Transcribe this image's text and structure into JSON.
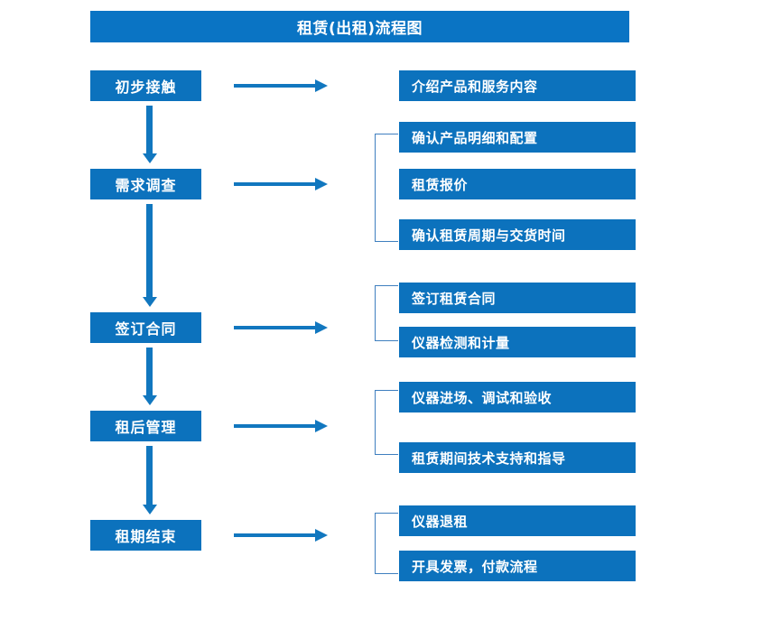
{
  "diagram": {
    "title": "租赁(出租)流程图",
    "colors": {
      "title_bar": "#0a74c4",
      "node_fill": "#0c72bd",
      "node_text": "#ffffff",
      "arrow": "#1177bf",
      "bracket": "#3f7fbf",
      "background": "#ffffff"
    },
    "stages": [
      {
        "id": "stage-1",
        "label": "初步接触"
      },
      {
        "id": "stage-2",
        "label": "需求调查"
      },
      {
        "id": "stage-3",
        "label": "签订合同"
      },
      {
        "id": "stage-4",
        "label": "租后管理"
      },
      {
        "id": "stage-5",
        "label": "租期结束"
      }
    ],
    "details": [
      {
        "id": "detail-1",
        "label": "介绍产品和服务内容",
        "group": 1
      },
      {
        "id": "detail-2",
        "label": "确认产品明细和配置",
        "group": 2
      },
      {
        "id": "detail-3",
        "label": "租赁报价",
        "group": 2
      },
      {
        "id": "detail-4",
        "label": "确认租赁周期与交货时间",
        "group": 2
      },
      {
        "id": "detail-5",
        "label": "签订租赁合同",
        "group": 3
      },
      {
        "id": "detail-6",
        "label": "仪器检测和计量",
        "group": 3
      },
      {
        "id": "detail-7",
        "label": "仪器进场、调试和验收",
        "group": 4
      },
      {
        "id": "detail-8",
        "label": "租赁期间技术支持和指导",
        "group": 4
      },
      {
        "id": "detail-9",
        "label": "仪器退租",
        "group": 5
      },
      {
        "id": "detail-10",
        "label": "开具发票，付款流程",
        "group": 5
      }
    ],
    "flow_arrows": {
      "horizontal_count": 5,
      "vertical_count": 4,
      "direction": "down-and-right"
    }
  }
}
